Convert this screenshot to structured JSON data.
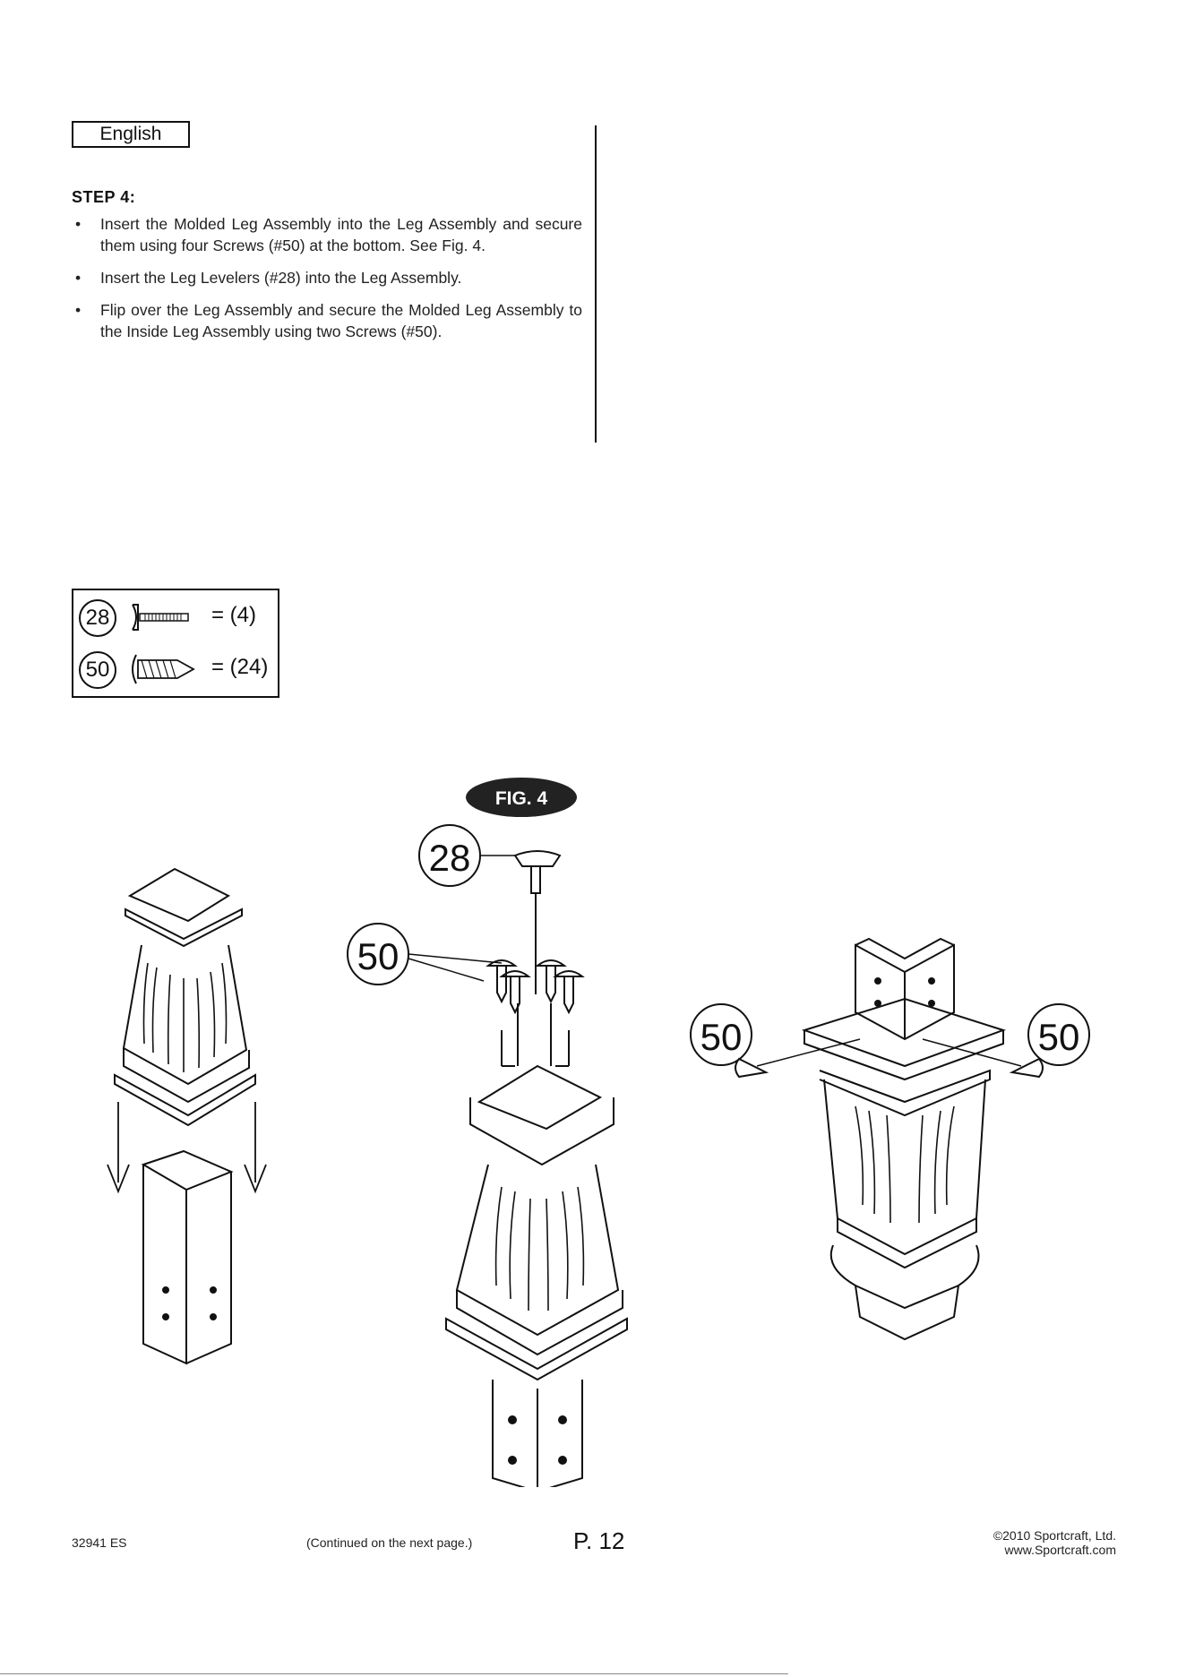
{
  "header": {
    "language": "English"
  },
  "step": {
    "title": "STEP 4:",
    "bullets": [
      "Insert the Molded Leg Assembly into the Leg Assembly and secure them using four Screws (#50) at the bottom. See Fig. 4.",
      "Insert the Leg Levelers (#28) into the Leg Assembly.",
      "Flip over the Leg Assembly and secure the Molded Leg Assembly to the Inside Leg Assembly using two Screws (#50)."
    ]
  },
  "parts": [
    {
      "number": "28",
      "icon": "leg-leveler-icon",
      "quantity": "= (4)"
    },
    {
      "number": "50",
      "icon": "screw-icon",
      "quantity": "= (24)"
    }
  ],
  "figure": {
    "label": "FIG. 4",
    "callouts": [
      "28",
      "50",
      "50",
      "50"
    ]
  },
  "footer": {
    "code": "32941 ES",
    "continued": "(Continued on the next page.)",
    "page": "P. 12",
    "copyright": "©2010 Sportcraft, Ltd.",
    "website": "www.Sportcraft.com"
  }
}
